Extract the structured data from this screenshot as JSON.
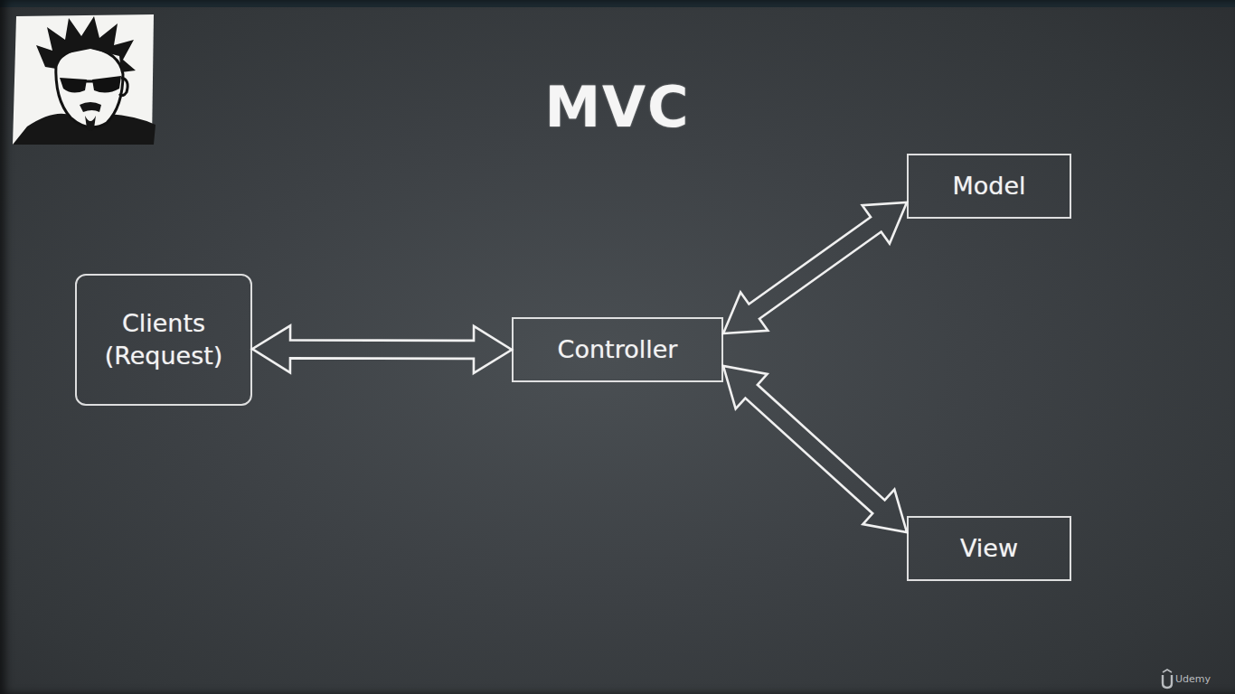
{
  "diagram": {
    "title": "MVC",
    "nodes": [
      {
        "text": [
          "Clients (Request)"
        ]
      },
      {
        "text": [
          "Controller"
        ]
      },
      {
        "text": [
          "Model"
        ]
      },
      {
        "text": [
          "View"
        ]
      }
    ],
    "edges": [
      {
        "from": 0,
        "to": 1,
        "arrow": "both"
      },
      {
        "from": 1,
        "to": 2,
        "arrow": "both"
      },
      {
        "from": 1,
        "to": 3,
        "arrow": "both"
      }
    ],
    "labels": [
      "Udemy"
    ]
  }
}
